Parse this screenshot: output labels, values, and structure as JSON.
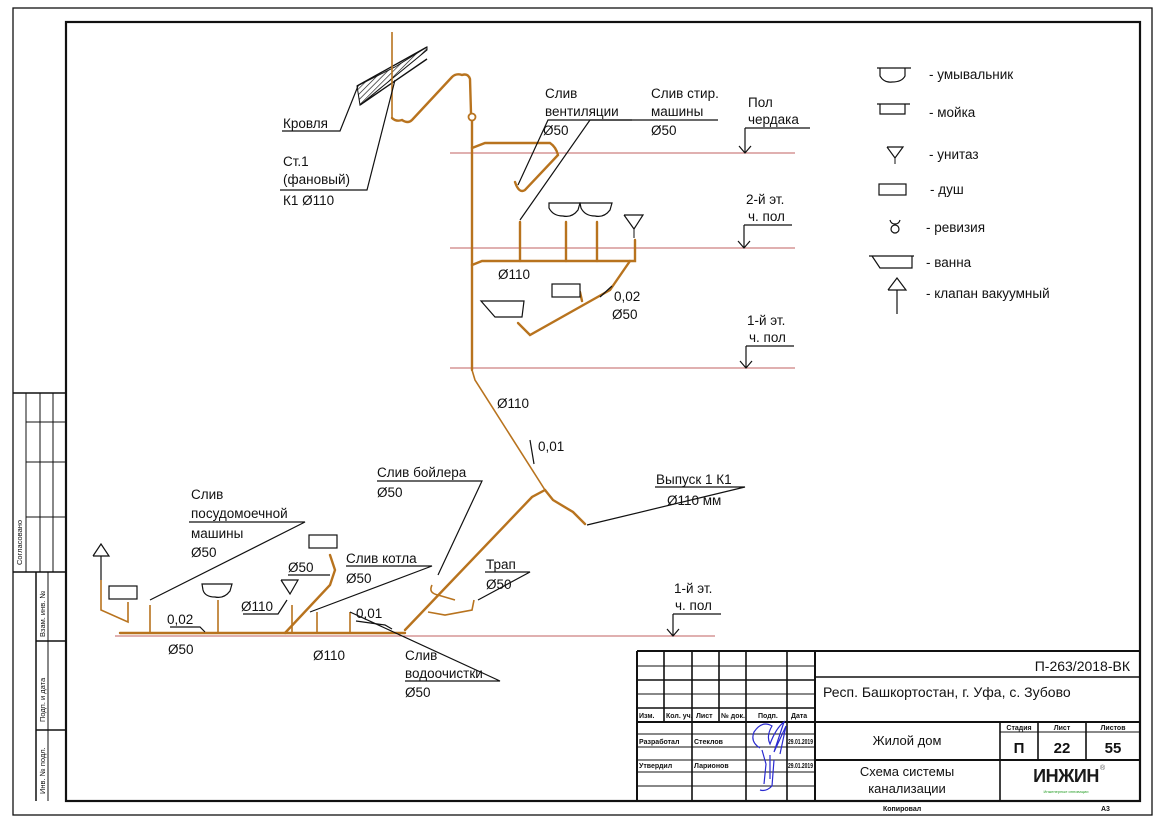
{
  "drawing": {
    "annotations": {
      "roof": "Кровля",
      "riser_line1": "Ст.1",
      "riser_line2": "(фановый)",
      "riser_line3": "К1 Ø110",
      "vent_drain_line1": "Слив",
      "vent_drain_line2": "вентиляции",
      "vent_drain_dia": "Ø50",
      "washer_drain_line1": "Слив стир.",
      "washer_drain_line2": "машины",
      "washer_drain_dia": "Ø50",
      "floor2_dia": "Ø110",
      "floor1_slope": "0,02",
      "floor1_dia": "Ø50",
      "riser_lower_dia": "Ø110",
      "riser_lower_slope": "0,01",
      "boiler_drain_line1": "Слив бойлера",
      "boiler_drain_dia": "Ø50",
      "outlet_line1": "Выпуск 1 К1",
      "outlet_line2": "Ø110 мм",
      "dishwasher_line1": "Слив",
      "dishwasher_line2": "посудомоечной",
      "dishwasher_line3": "машины",
      "dishwasher_dia": "Ø50",
      "branch_dia_50": "Ø50",
      "branch_dia_110": "Ø110",
      "boiler2_line1": "Слив котла",
      "boiler2_dia": "Ø50",
      "trap_line1": "Трап",
      "trap_dia": "Ø50",
      "main_slope_left": "0,02",
      "main_dia_left": "Ø50",
      "main_dia_mid": "Ø110",
      "main_slope_right": "0,01",
      "water_treat_line1": "Слив",
      "water_treat_line2": "водоочистки",
      "water_treat_dia": "Ø50"
    },
    "levels": [
      {
        "line1": "Пол",
        "line2": "чердака"
      },
      {
        "line1": "2-й эт.",
        "line2": "ч. пол"
      },
      {
        "line1": "1-й эт.",
        "line2": "ч. пол"
      },
      {
        "line1": "1-й эт.",
        "line2": "ч. пол"
      }
    ],
    "legend": [
      {
        "icon": "washbasin-icon",
        "label": "- умывальник"
      },
      {
        "icon": "sink-icon",
        "label": "- мойка"
      },
      {
        "icon": "toilet-icon",
        "label": "- унитаз"
      },
      {
        "icon": "shower-icon",
        "label": "- душ"
      },
      {
        "icon": "cleanout-icon",
        "label": "- ревизия"
      },
      {
        "icon": "bathtub-icon",
        "label": "- ванна"
      },
      {
        "icon": "vacuum-valve-icon",
        "label": "- клапан вакуумный"
      }
    ],
    "colors": {
      "pipe": "#b8731e",
      "floor_line": "#c06060",
      "signature": "#2a2ad0",
      "logo": "#1a1a1a",
      "logo_sub": "#2aa02a"
    }
  },
  "side_stamp": {
    "agreed": "Согласовано",
    "inv_replace": "Взам. инв. №",
    "sign_date": "Подп. и дата",
    "inv_orig": "Инв. № подл."
  },
  "title_block": {
    "code": "П-263/2018-ВК",
    "location": "Респ. Башкортостан, г. Уфа, с. Зубово",
    "headers": [
      "Изм.",
      "Кол. уч.",
      "Лист",
      "№ док.",
      "Подп.",
      "Дата"
    ],
    "rows": [
      {
        "role": "Разработал",
        "name": "Стеклов",
        "date": "29.01.2019"
      },
      {
        "role": "Утвердил",
        "name": "Ларионов",
        "date": "29.01.2019"
      }
    ],
    "object": "Жилой дом",
    "sheet_title_line1": "Схема системы",
    "sheet_title_line2": "канализации",
    "stage_label": "Стадия",
    "sheet_label": "Лист",
    "sheets_label": "Листов",
    "stage": "П",
    "sheet": "22",
    "sheets": "55",
    "logo": "ИНЖИН",
    "logo_reg": "®",
    "logo_sub": "Инженерные инновации",
    "copied": "Копировал",
    "format": "А3"
  }
}
